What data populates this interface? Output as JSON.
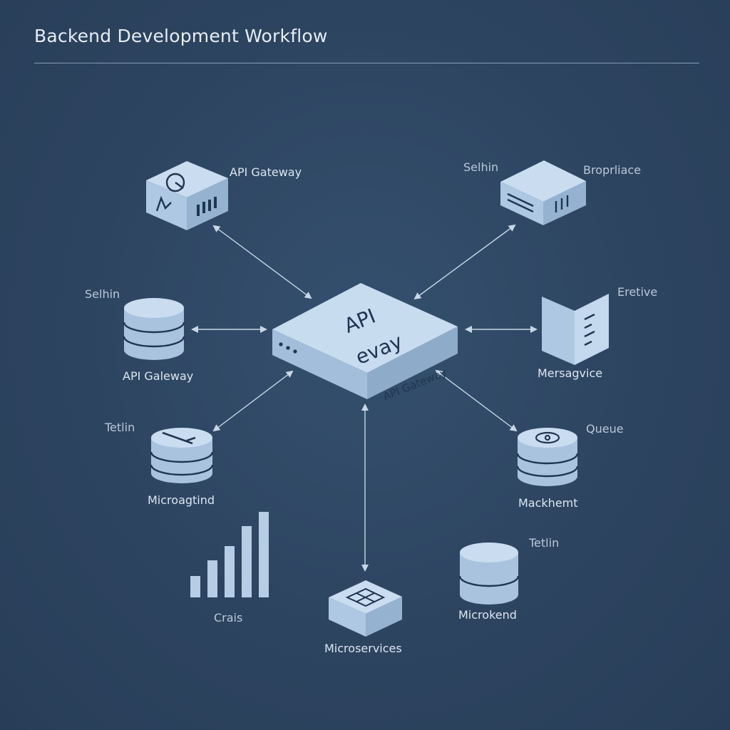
{
  "title": "Backend Development Workflow",
  "nodes": {
    "hub": {
      "line1": "API",
      "line2": "evay",
      "side": "API Gateway"
    },
    "top_left": {
      "label": "API Gateway"
    },
    "top_right": {
      "label_left": "Selhin",
      "label_right": "Broprliace"
    },
    "db_left": {
      "label_top": "Selhin",
      "label_bottom": "API Galeway"
    },
    "book_right": {
      "label_top": "Eretive",
      "label_bottom": "Mersagvice"
    },
    "db_left_lower": {
      "label_top": "Tetlin",
      "label_bottom": "Microagtind"
    },
    "db_right_lower": {
      "label_top": "Queue",
      "label_bottom": "Mackhemt"
    },
    "chart": {
      "label": "Crais"
    },
    "micro_box": {
      "label": "Microservices"
    },
    "db_bottom_right": {
      "label_top": "Tetlin",
      "label_bottom": "Microkend"
    }
  },
  "colors": {
    "background": "#2e4560",
    "node_light": "#c4d8ee",
    "node_mid": "#a9c3df",
    "node_dark": "#8fabc9",
    "ink": "#1f3550",
    "arrow": "#c9d7e6"
  },
  "icons": [
    "gauge-icon",
    "server-icon",
    "database-icon",
    "book-icon",
    "chart-icon",
    "cube-icon"
  ]
}
